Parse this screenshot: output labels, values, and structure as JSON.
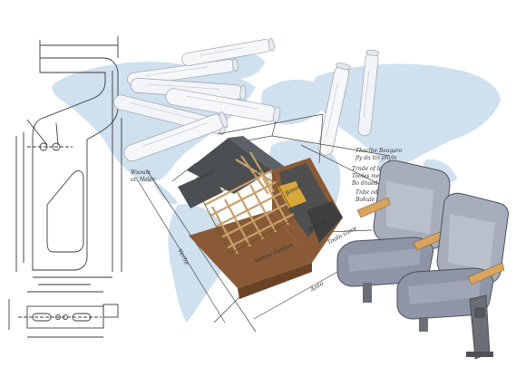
{
  "scene": {
    "colors": {
      "background": "#ffffff",
      "map": "#cfe0ee",
      "ink": "#3a3a3a",
      "seat_shell": "#a7adbb",
      "seat_cushion": "#8e95a6",
      "armrest": "#d9a45e",
      "frame": "#6b6e75",
      "roof": "#4b4f54",
      "timber": "#c7a06a",
      "wall_wood": "#8a5a36"
    },
    "notes": {
      "n1": "Bmoul",
      "n2": "Bmoul",
      "n3": "Bmoul",
      "n4": "Venine ciezfles",
      "n5": "Wsoule",
      "n6": "Verhe",
      "n7": "Tooln  Gore",
      "n8": "Anto",
      "n9": "Thoclbe Beagaro",
      "n10": "fly da tin phyln",
      "n11": "Trnde of laper",
      "n12": "Tooles meclen",
      "n13": "Bo dnaed bed",
      "n14": "Tnbe oder pfor",
      "n15": "Bohule tle",
      "n16": "ot. Heler"
    }
  }
}
